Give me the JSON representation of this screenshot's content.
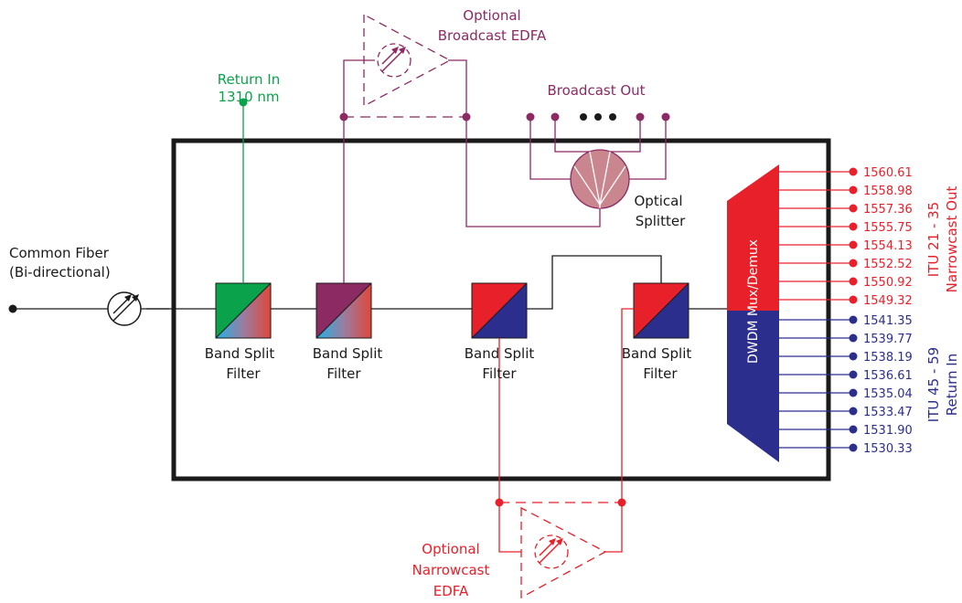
{
  "labels": {
    "common_fiber": "Common Fiber",
    "bidirectional": "(Bi-directional)",
    "return_in_title": "Return In",
    "return_in_wavelength": "1310 nm",
    "optional_broadcast_line1": "Optional",
    "optional_broadcast_line2": "Broadcast EDFA",
    "broadcast_out": "Broadcast Out",
    "optical_splitter_line1": "Optical",
    "optical_splitter_line2": "Splitter",
    "band_split_line1": "Band Split",
    "band_split_line2": "Filter",
    "mux_demux": "DWDM Mux/Demux",
    "narrowcast_itu": "ITU 21 - 35",
    "narrowcast_out": "Narrowcast Out",
    "return_itu": "ITU 45 - 59",
    "return_in": "Return In",
    "optional_narrowcast_line1": "Optional",
    "optional_narrowcast_line2": "Narrowcast",
    "optional_narrowcast_line3": "EDFA"
  },
  "narrowcast_channels": [
    "1560.61",
    "1558.98",
    "1557.36",
    "1555.75",
    "1554.13",
    "1552.52",
    "1550.92",
    "1549.32"
  ],
  "return_channels": [
    "1541.35",
    "1539.77",
    "1538.19",
    "1536.61",
    "1535.04",
    "1533.47",
    "1531.90",
    "1530.33"
  ],
  "colors": {
    "black": "#1a1a1a",
    "green": "#0aa24a",
    "purple": "#8c2a63",
    "red": "#e8202a",
    "navy": "#2b2e8c",
    "splitter_fill": "#c9868f"
  }
}
